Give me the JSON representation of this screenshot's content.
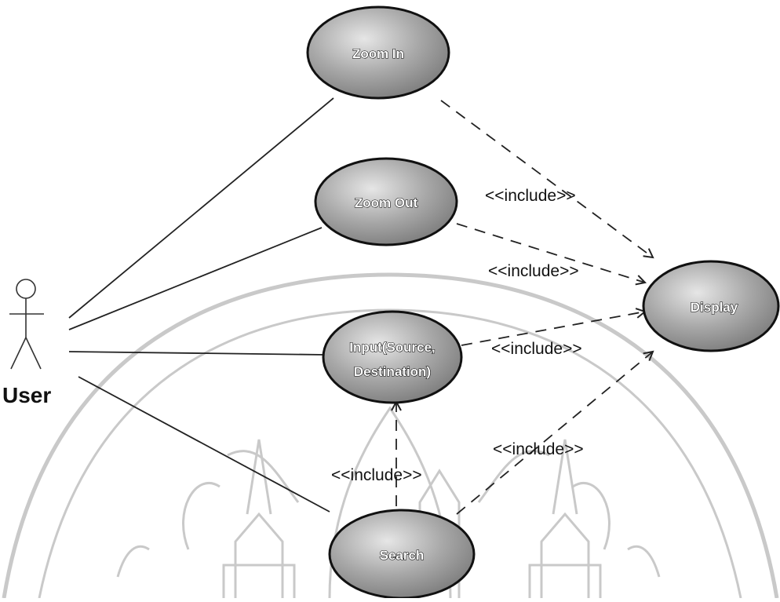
{
  "diagram": {
    "actor": {
      "label": "User"
    },
    "use_cases": {
      "zoom_in": "Zoom In",
      "zoom_out": "Zoom Out",
      "input_line1": "Input(Source,",
      "input_line2": "Destination)",
      "search": "Search",
      "display": "Display"
    },
    "relations": {
      "include_1": "<<include>>",
      "include_2": "<<include>>",
      "include_3": "<<include>>",
      "include_4": "<<include>>",
      "include_5": "<<include>>"
    }
  },
  "colors": {
    "ellipse_fill": "#9a9a9a",
    "ellipse_light": "#d9d9d9",
    "line": "#222222",
    "watermark": "#c8c8c8"
  }
}
